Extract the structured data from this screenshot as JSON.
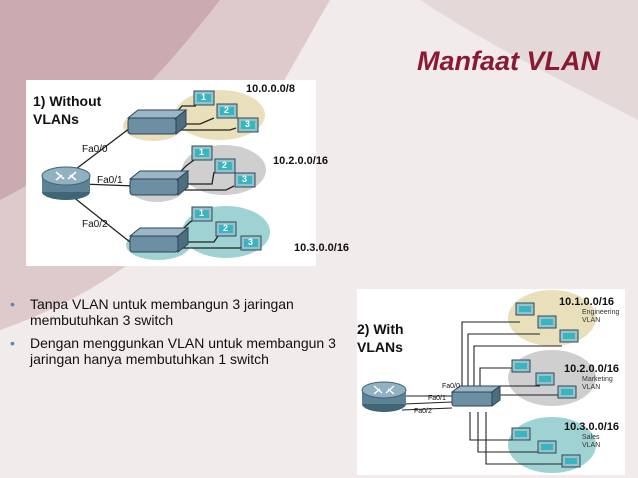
{
  "slide": {
    "title": "Manfaat VLAN",
    "bullets": [
      "Tanpa VLAN untuk membangun 3 jaringan membutuhkan 3 switch",
      "Dengan menggunkan VLAN untuk membangun 3 jaringan hanya membutuhkan 1 switch"
    ],
    "bullet_glyph": "•"
  },
  "diagram_without": {
    "caption": "1) Without VLANs",
    "ports": [
      "Fa0/0",
      "Fa0/1",
      "Fa0/2"
    ],
    "networks": [
      "10.0.0.0/8",
      "10.2.0.0/16",
      "10.3.0.0/16"
    ],
    "host_numbers": [
      "1",
      "2",
      "3"
    ]
  },
  "diagram_with": {
    "caption": "2) With VLANs",
    "ports": [
      "Fa0/0",
      "Fa0/1",
      "Fa0/2"
    ],
    "networks": [
      "10.1.0.0/16",
      "10.2.0.0/16",
      "10.3.0.0/16"
    ],
    "vlans": [
      "Engineering VLAN",
      "Marketing VLAN",
      "Sales VLAN"
    ]
  },
  "colors": {
    "title": "#8a1a33",
    "group_tan": "#e9e0bb",
    "group_gray": "#cfcfcf",
    "group_teal": "#9fd3d3",
    "bullet": "#5b87b8"
  }
}
